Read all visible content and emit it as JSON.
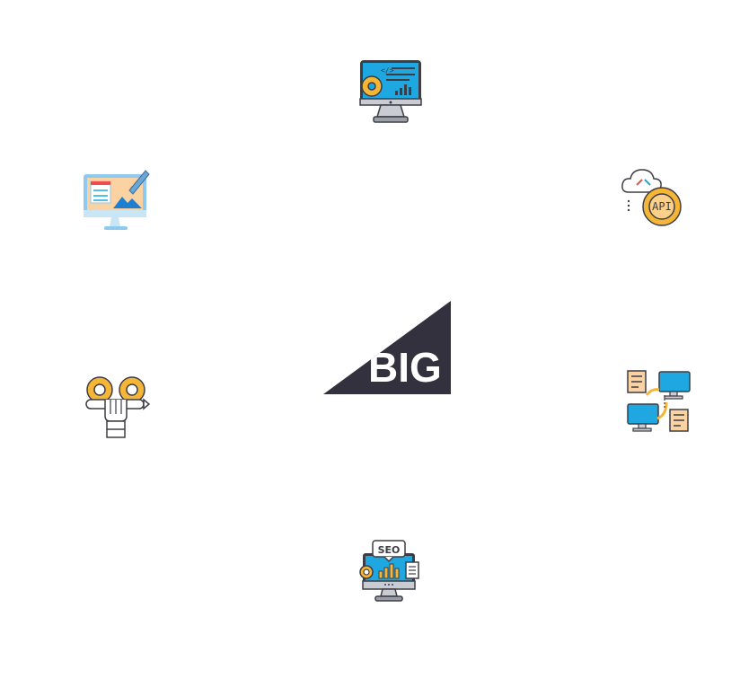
{
  "center": {
    "logo_text": "BIG",
    "colors": {
      "dark": "#34313f",
      "light": "#ffffff"
    }
  },
  "nodes": [
    {
      "id": "top",
      "icon": "web-development-monitor-icon"
    },
    {
      "id": "left-top",
      "icon": "design-monitor-icon"
    },
    {
      "id": "right-top",
      "icon": "cloud-api-gear-icon"
    },
    {
      "id": "left-mid",
      "icon": "custom-integration-gears-icon"
    },
    {
      "id": "right-mid",
      "icon": "data-migration-computers-icon"
    },
    {
      "id": "bottom",
      "icon": "seo-monitor-icon"
    }
  ],
  "palette": {
    "blue": "#1ea7e1",
    "orange": "#f5b638",
    "dark": "#3d3d44",
    "grey": "#c9cdd3",
    "peach": "#fbd3a3",
    "red": "#ef4d4d"
  }
}
